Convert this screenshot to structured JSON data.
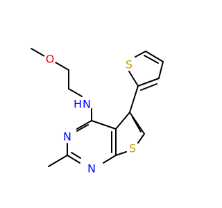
{
  "molecule": {
    "atoms": {
      "o1": {
        "label": "O",
        "color": "#ff0000"
      },
      "n_amine": {
        "label": "N",
        "color": "#0000ff"
      },
      "h_amine": {
        "label": "H",
        "color": "#0000ff"
      },
      "s_thienyl": {
        "label": "S",
        "color": "#c8a000"
      },
      "n_pyr3": {
        "label": "N",
        "color": "#0000ff"
      },
      "n_pyr1": {
        "label": "N",
        "color": "#0000ff"
      },
      "s_core": {
        "label": "S",
        "color": "#c8a000"
      }
    }
  }
}
